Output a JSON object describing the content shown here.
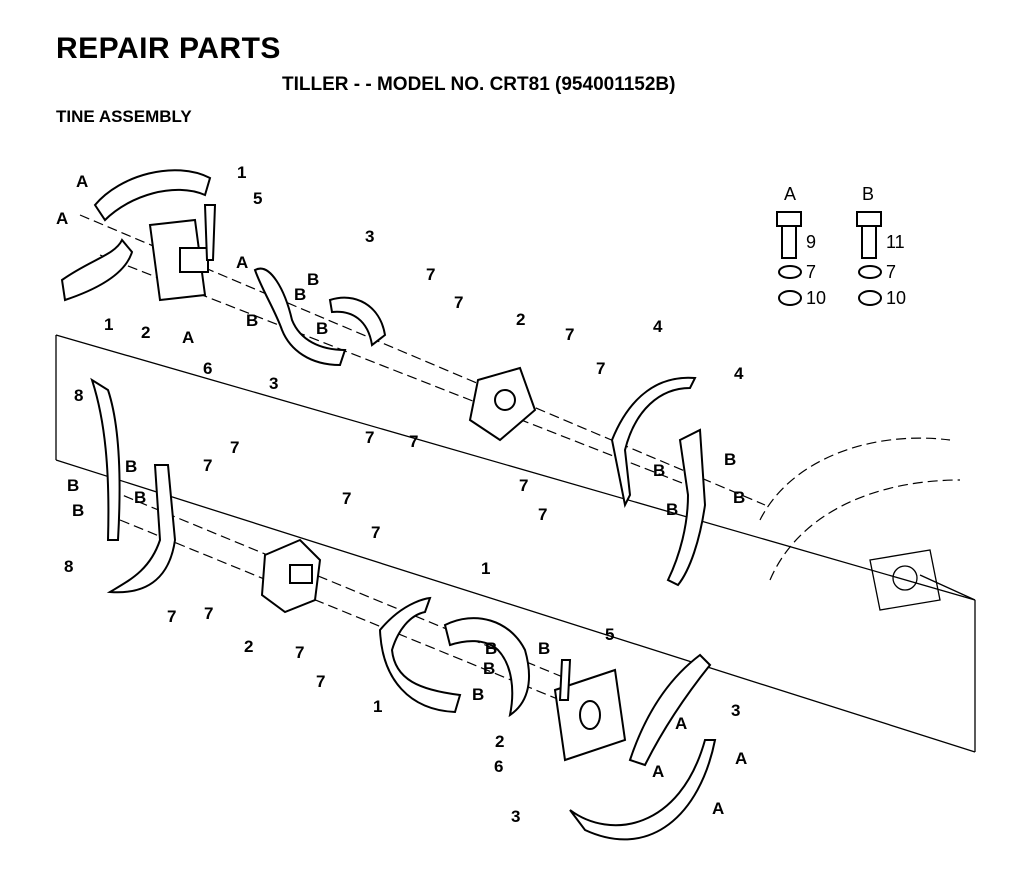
{
  "header": {
    "title": "REPAIR PARTS",
    "subtitle": "TILLER - - MODEL NO. CRT81 (954001152B)",
    "section": "TINE ASSEMBLY"
  },
  "hardware_key": {
    "col_a": {
      "letter": "A",
      "bolt": "9",
      "lock_washer": "7",
      "nut": "10"
    },
    "col_b": {
      "letter": "B",
      "bolt": "11",
      "lock_washer": "7",
      "nut": "10"
    }
  },
  "callouts": {
    "one": "1",
    "two": "2",
    "three": "3",
    "four": "4",
    "five": "5",
    "six": "6",
    "seven": "7",
    "eight": "8",
    "A": "A",
    "B": "B"
  }
}
